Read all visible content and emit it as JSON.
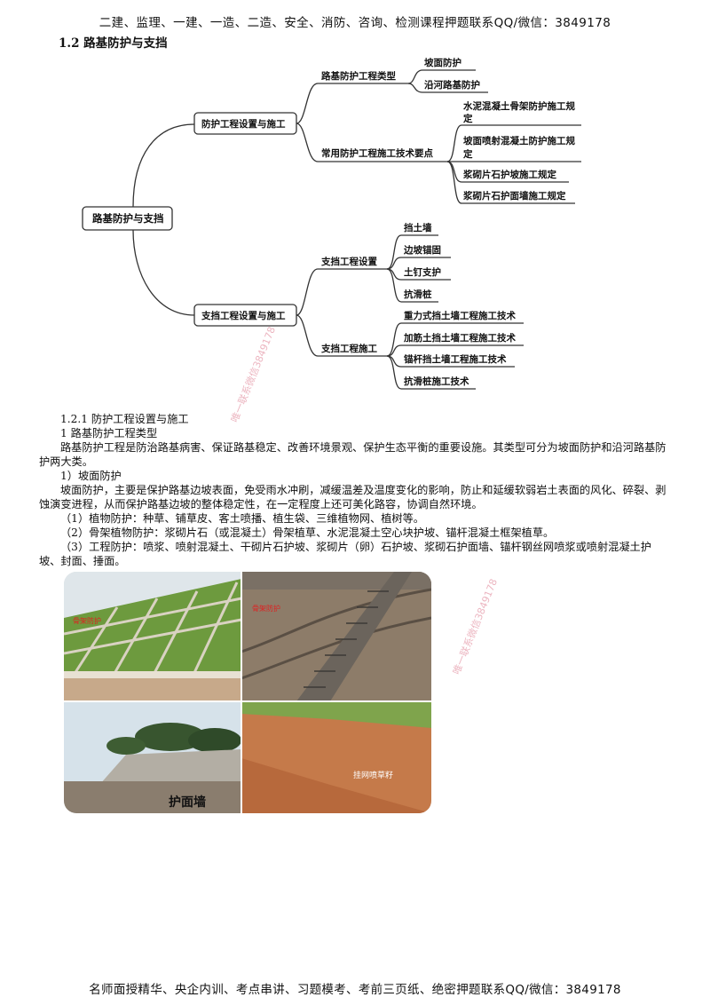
{
  "header": {
    "text": "二建、监理、一建、一造、二造、安全、消防、咨询、检测课程押题联系QQ/微信：3849178"
  },
  "section_title": "1.2 路基防护与支挡",
  "mindmap": {
    "root": "路基防护与支挡",
    "branch1": {
      "label": "防护工程设置与施工",
      "sub1": {
        "label": "路基防护工程类型",
        "leaves": [
          "坡面防护",
          "沿河路基防护"
        ]
      },
      "sub2": {
        "label": "常用防护工程施工技术要点",
        "leaves": [
          [
            "水泥混凝土骨架防护施工规",
            "定"
          ],
          [
            "坡面喷射混凝土防护施工规",
            "定"
          ],
          [
            "浆砌片石护坡施工规定"
          ],
          [
            "浆砌片石护面墙施工规定"
          ]
        ]
      }
    },
    "branch2": {
      "label": "支挡工程设置与施工",
      "sub1": {
        "label": "支挡工程设置",
        "leaves": [
          "挡土墙",
          "边坡锚固",
          "土钉支护",
          "抗滑桩"
        ]
      },
      "sub2": {
        "label": "支挡工程施工",
        "leaves": [
          "重力式挡土墙工程施工技术",
          "加筋土挡土墙工程施工技术",
          "锚杆挡土墙工程施工技术",
          "抗滑桩施工技术"
        ]
      }
    }
  },
  "body": {
    "h_121": "1.2.1 防护工程设置与施工",
    "h_1": "1 路基防护工程类型",
    "p_intro": "路基防护工程是防治路基病害、保证路基稳定、改善环境景观、保护生态平衡的重要设施。其类型可分为坡面防护和沿河路基防护两大类。",
    "h_slope": "1）坡面防护",
    "p_slope": "坡面防护，主要是保护路基边坡表面，免受雨水冲刷，减缓温差及温度变化的影响，防止和延缓软弱岩土表面的风化、碎裂、剥蚀演变进程，从而保护路基边坡的整体稳定性，在一定程度上还可美化路容，协调自然环境。",
    "item1": "（1）植物防护：种草、铺草皮、客土喷播、植生袋、三维植物网、植树等。",
    "item2": "（2）骨架植物防护：浆砌片石（或混凝土）骨架植草、水泥混凝土空心块护坡、锚杆混凝土框架植草。",
    "item3": "（3）工程防护：喷浆、喷射混凝土、干砌片石护坡、浆砌片（卵）石护坡、浆砌石护面墙、锚杆钢丝网喷浆或喷射混凝土护坡、封面、捶面。"
  },
  "photos": {
    "p1_label": "骨架防护",
    "p2_label": "骨架防护",
    "p3_label": "护面墙",
    "p4_label": "挂网喷草籽"
  },
  "watermarks": [
    "唯一联系微信3849178",
    "唯一联系微信3849178"
  ],
  "footer": {
    "text": "名师面授精华、央企内训、考点串讲、习题模考、考前三页纸、绝密押题联系QQ/微信：3849178"
  }
}
